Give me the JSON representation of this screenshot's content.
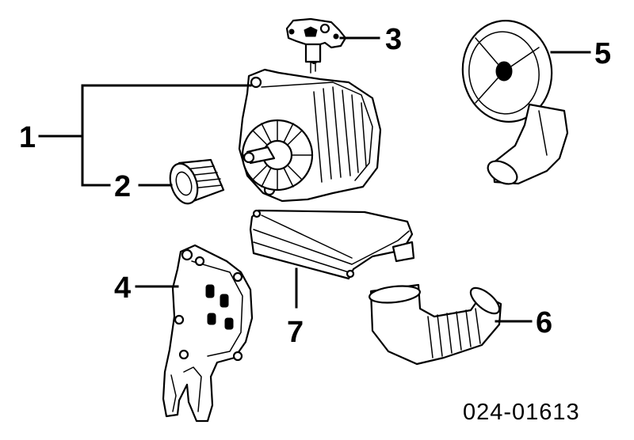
{
  "callouts": [
    {
      "id": "1",
      "label": "1"
    },
    {
      "id": "2",
      "label": "2"
    },
    {
      "id": "3",
      "label": "3"
    },
    {
      "id": "4",
      "label": "4"
    },
    {
      "id": "5",
      "label": "5"
    },
    {
      "id": "6",
      "label": "6"
    },
    {
      "id": "7",
      "label": "7"
    }
  ],
  "diagram_code": "024-01613"
}
